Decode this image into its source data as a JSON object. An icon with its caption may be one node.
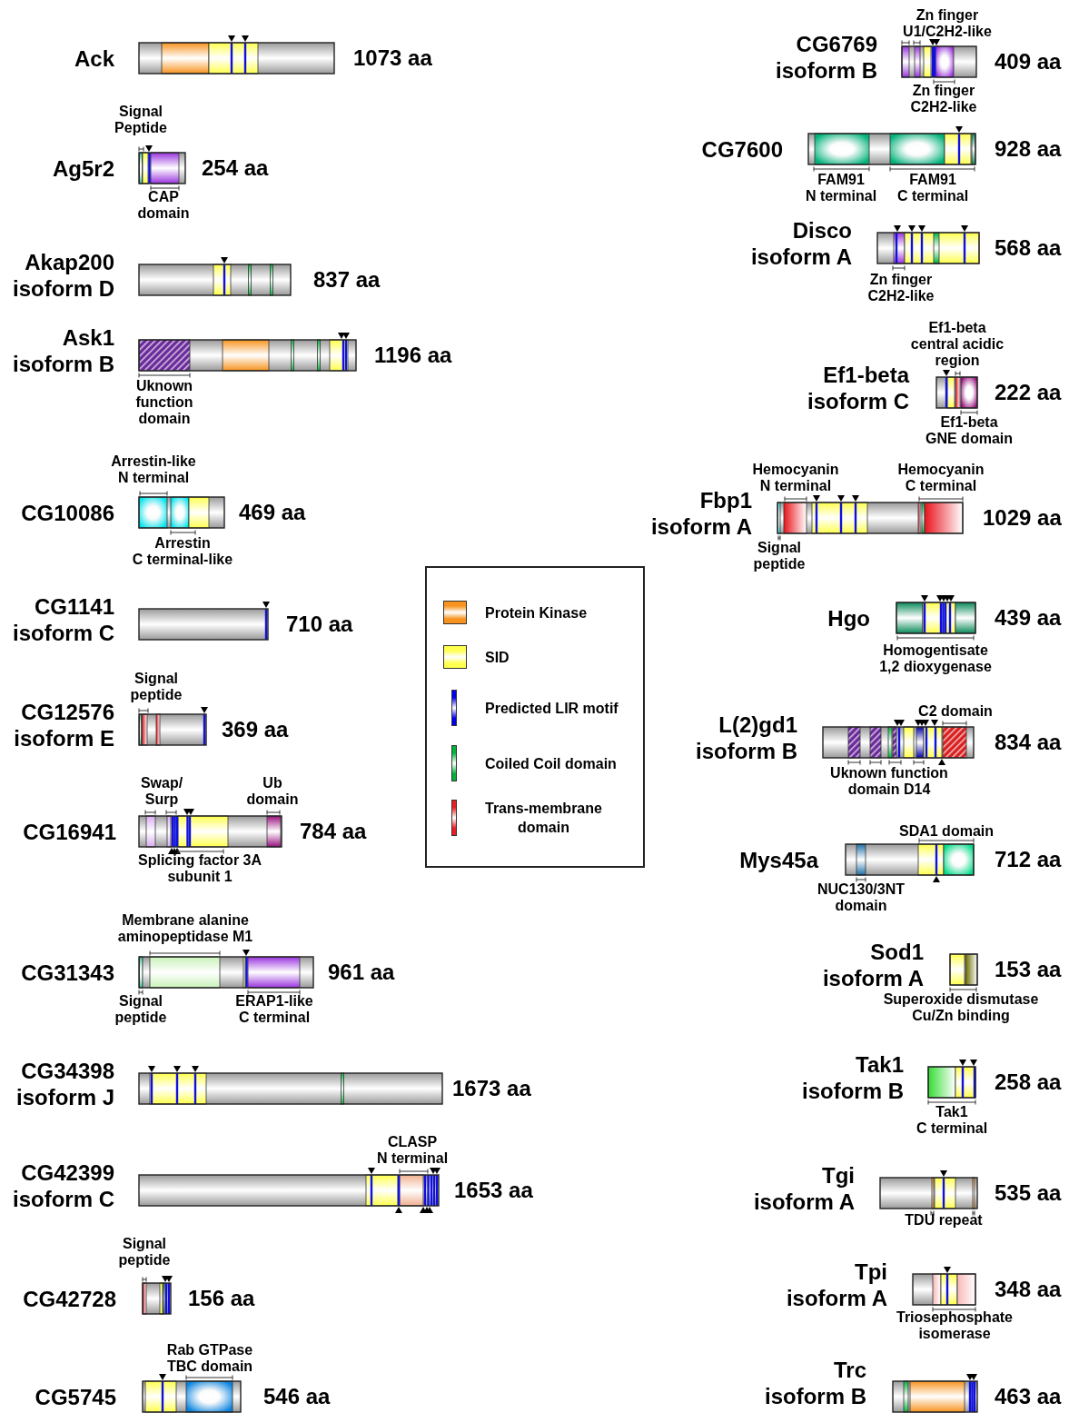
{
  "diagram": {
    "nodes": [
      {
        "text": [
          "Ack"
        ],
        "beside": [
          "1073 aa"
        ]
      },
      {
        "text": [
          "Ag5r2"
        ],
        "beside": [
          "254 aa",
          "Signal Peptide",
          "CAP domain"
        ]
      },
      {
        "text": [
          "Akap200 isoform D"
        ],
        "beside": [
          "837 aa"
        ]
      },
      {
        "text": [
          "Ask1 isoform B"
        ],
        "beside": [
          "1196 aa",
          "Uknown function domain"
        ]
      },
      {
        "text": [
          "CG10086"
        ],
        "beside": [
          "469 aa",
          "Arrestin-like N terminal",
          "Arrestin C terminal-like"
        ]
      },
      {
        "text": [
          "CG1141 isoform C"
        ],
        "beside": [
          "710 aa"
        ]
      },
      {
        "text": [
          "CG12576 isoform E"
        ],
        "beside": [
          "369 aa",
          "Signal peptide"
        ]
      },
      {
        "text": [
          "CG16941"
        ],
        "beside": [
          "784 aa",
          "Swap/ Surp",
          "Ub domain",
          "Splicing factor 3A subunit 1"
        ]
      },
      {
        "text": [
          "CG31343"
        ],
        "beside": [
          "961 aa",
          "Membrane alanine aminopeptidase M1",
          "Signal peptide",
          "ERAP1-like C terminal"
        ]
      },
      {
        "text": [
          "CG34398 isoform J"
        ],
        "beside": [
          "1673 aa"
        ]
      },
      {
        "text": [
          "CG42399 isoform C"
        ],
        "beside": [
          "1653 aa",
          "CLASP N terminal"
        ]
      },
      {
        "text": [
          "CG42728"
        ],
        "beside": [
          "156 aa",
          "Signal peptide"
        ]
      },
      {
        "text": [
          "CG5745"
        ],
        "beside": [
          "546 aa",
          "Rab GTPase TBC domain"
        ]
      },
      {
        "text": [
          "CG6769 isoform B"
        ],
        "beside": [
          "409 aa",
          "Zn finger U1/C2H2-like",
          "Zn finger C2H2-like"
        ]
      },
      {
        "text": [
          "CG7600"
        ],
        "beside": [
          "928 aa",
          "FAM91 N terminal",
          "FAM91 C terminal"
        ]
      },
      {
        "text": [
          "Disco isoform A"
        ],
        "beside": [
          "568 aa",
          "Zn finger C2H2-like"
        ]
      },
      {
        "text": [
          "Ef1-beta isoform C"
        ],
        "beside": [
          "222 aa",
          "Ef1-beta central acidic region",
          "Ef1-beta GNE domain"
        ]
      },
      {
        "text": [
          "Fbp1 isoform A"
        ],
        "beside": [
          "1029 aa",
          "Hemocyanin N terminal",
          "Hemocyanin C terminal",
          "Signal peptide"
        ]
      },
      {
        "text": [
          "Hgo"
        ],
        "beside": [
          "439 aa",
          "Homogentisate 1,2 dioxygenase"
        ]
      },
      {
        "text": [
          "L(2)gd1 isoform B"
        ],
        "beside": [
          "834 aa",
          "C2 domain",
          "Uknown function domain D14"
        ]
      },
      {
        "text": [
          "Mys45a"
        ],
        "beside": [
          "712 aa",
          "SDA1 domain",
          "NUC130/3NT domain"
        ]
      },
      {
        "text": [
          "Sod1 isoform A"
        ],
        "beside": [
          "153 aa",
          "Superoxide dismutase Cu/Zn binding"
        ]
      },
      {
        "text": [
          "Tak1 isoform B"
        ],
        "beside": [
          "258 aa",
          "Tak1 C terminal"
        ]
      },
      {
        "text": [
          "Tgi isoform A"
        ],
        "beside": [
          "535 aa",
          "TDU repeat"
        ]
      },
      {
        "text": [
          "Tpi isoform A"
        ],
        "beside": [
          "348 aa",
          "Triosephosphate isomerase"
        ]
      },
      {
        "text": [
          "Trc isoform B"
        ],
        "beside": [
          "463 aa"
        ]
      }
    ],
    "legend": [
      {
        "text": "Protein Kinase",
        "color": "#f7931e"
      },
      {
        "text": "SID",
        "color": "#ffff4d"
      },
      {
        "text": "Predicted LIR motif",
        "color": "#0000ee"
      },
      {
        "text": "Coiled Coil domain",
        "color": "#00b33c"
      },
      {
        "text": "Trans-membrane domain",
        "color": "#ee1c24"
      }
    ]
  }
}
